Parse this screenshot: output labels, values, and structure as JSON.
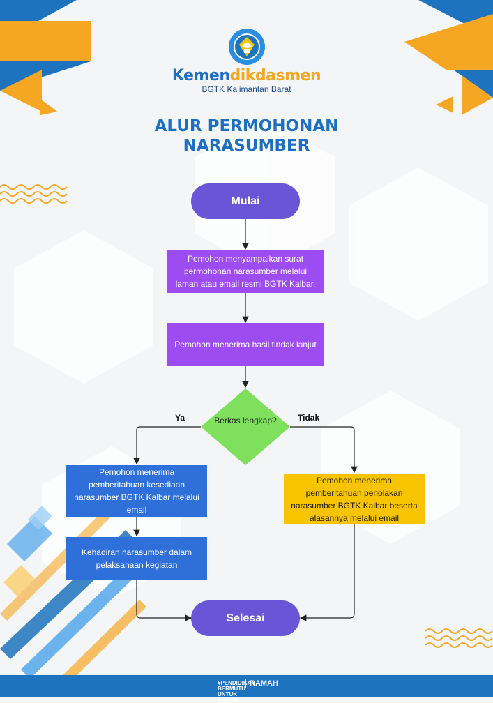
{
  "header": {
    "brand_part1": "Kemen",
    "brand_part2": "dikdasmen",
    "office": "BGTK Kalimantan Barat",
    "title_line1": "ALUR PERMOHONAN",
    "title_line2": "NARASUMBER",
    "logo_icon": "tut-wuri-handayani-logo"
  },
  "flow": {
    "start": "Mulai",
    "step1": "Pemohon menyampaikan surat permohonan narasumber melalui laman atau email resmi BGTK Kalbar.",
    "step2": "Pemohon menerima hasil tindak lanjut",
    "decision": "Berkas lengkap?",
    "yes_label": "Ya",
    "no_label": "Tidak",
    "yes_step1": "Pemohon menerima pemberitahuan kesediaan narasumber BGTK Kalbar melalui email",
    "yes_step2": "Kehadiran narasumber dalam pelaksanaan kegiatan",
    "no_step1": "Pemohon menerima pemberitahuan penolakan narasumber BGTK Kalbar beserta alasannya melalui email",
    "end": "Selesai"
  },
  "footer": {
    "tagline": "#PENDIDIKAN BERMUTU UNTUK SEMUA",
    "ramah": "RAMAH"
  },
  "colors": {
    "brand_blue": "#1d6fc4",
    "brand_orange": "#f5a623",
    "terminal": "#6a55d6",
    "process": "#9d4cf2",
    "decision": "#7ee05d",
    "yes_process": "#2f6fd9",
    "no_process": "#f8c400"
  }
}
